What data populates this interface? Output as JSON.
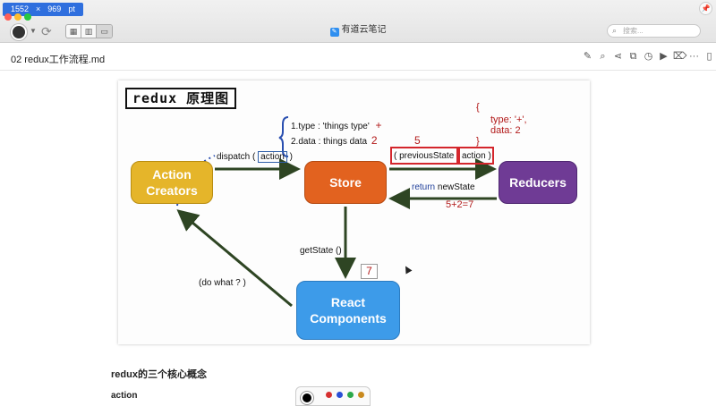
{
  "titlebar": {
    "dims_w": "1552",
    "dims_sep": "×",
    "dims_h": "969",
    "dims_unit": "pt",
    "app_title": "有道云笔记",
    "search_placeholder": "搜索...",
    "traffic_colors": [
      "#ff5f57",
      "#febc2e",
      "#28c840"
    ]
  },
  "note": {
    "title": "02 redux工作流程.md",
    "toolbar_icons": [
      "edit-icon",
      "search-icon",
      "share-icon",
      "copy-icon",
      "history-icon",
      "play-icon",
      "tag-icon",
      "more-icon",
      "split-icon"
    ]
  },
  "diagram": {
    "title": "redux 原理图",
    "nodes": {
      "creators_line1": "Action",
      "creators_line2": "Creators",
      "store": "Store",
      "reducers": "Reducers",
      "react_line1": "React",
      "react_line2": "Components"
    },
    "labels": {
      "dispatch_prefix": "dispatch (",
      "dispatch_action": "action",
      "dispatch_suffix": ")",
      "type_line": "1.type : 'things type'",
      "type_plus": "+",
      "data_line": "2.data :  things data",
      "data_two": "2",
      "five": "5",
      "prev_state": "( previousState",
      "reducer_action": "action )",
      "brace_open": "{",
      "obj_type": "type: '+',",
      "obj_data": "data: 2",
      "brace_close": "}",
      "return_kw": "return",
      "new_state": "newState",
      "sum": "5+2=7",
      "get_state": "getState ()",
      "seven": "7",
      "do_what": "(do what ? )"
    },
    "colors": {
      "arrow": "#2e4523",
      "creators": "#e5b52a",
      "store": "#e2621f",
      "reducers": "#6f3b95",
      "react": "#3d9be9",
      "annotation_red": "#b21a1a"
    }
  },
  "content": {
    "section_title": "redux的三个核心概念",
    "section_sub": "action"
  },
  "palette": {
    "colors": [
      "#d63030",
      "#2a4fd6",
      "#2aa84a",
      "#c98a1e"
    ]
  }
}
